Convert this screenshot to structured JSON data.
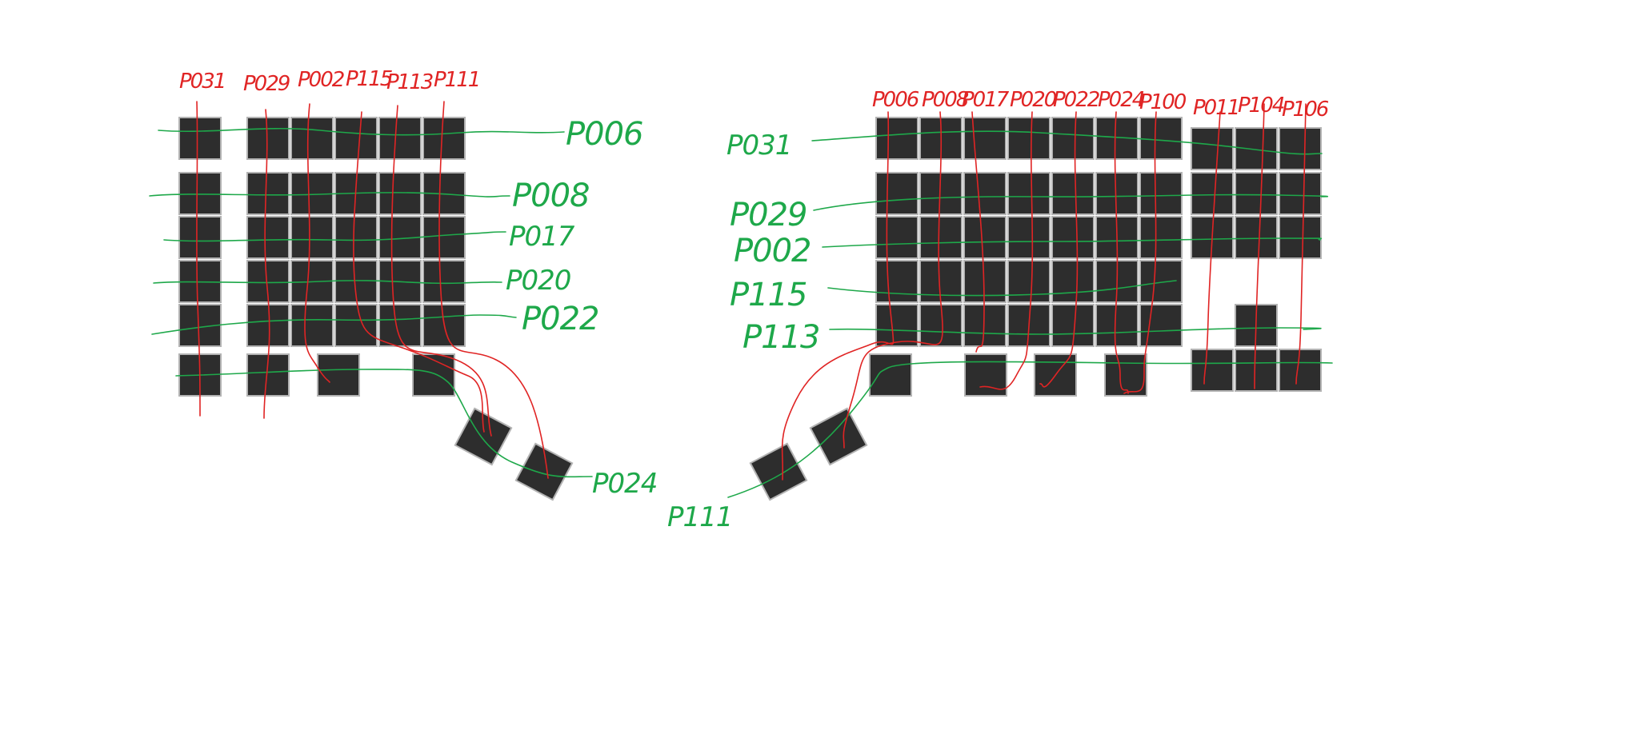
{
  "title": "",
  "colors": {
    "key_fill": "#2d2d2d",
    "key_border": "#b3b3b3",
    "column_wire": "#e02424",
    "row_wire": "#1ea84a",
    "background": "#ffffff"
  },
  "left_half": {
    "column_labels": [
      "P031",
      "P029",
      "P002",
      "P115",
      "P113",
      "P111"
    ],
    "row_labels": [
      "P006",
      "P008",
      "P017",
      "P020",
      "P022",
      "P024"
    ]
  },
  "right_half": {
    "column_labels": [
      "P006",
      "P008",
      "P017",
      "P020",
      "P022",
      "P024",
      "P100",
      "P011",
      "P104",
      "P106"
    ],
    "row_labels": [
      "P031",
      "P029",
      "P002",
      "P115",
      "P113",
      "P111"
    ]
  }
}
